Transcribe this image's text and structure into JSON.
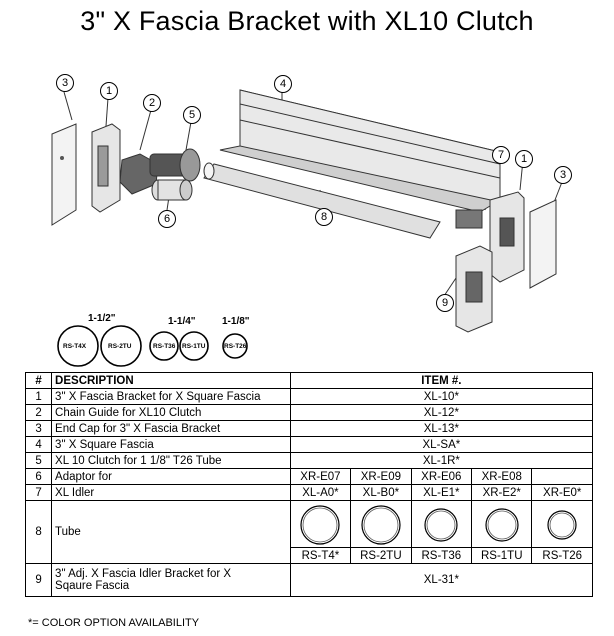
{
  "title": "3\" X Fascia Bracket with XL10 Clutch",
  "diagram": {
    "callouts": [
      "3",
      "1",
      "2",
      "5",
      "6",
      "4",
      "8",
      "7",
      "1",
      "3",
      "9"
    ],
    "pipe_sizes": [
      "1-1/2\"",
      "1-1/4\"",
      "1-1/8\""
    ],
    "ring_labels": [
      "RS-T4X",
      "RS-2TU",
      "RS-T36",
      "RS-1TU",
      "RS-T26"
    ]
  },
  "table": {
    "headers": {
      "num": "#",
      "description": "DESCRIPTION",
      "item": "ITEM #."
    },
    "rows": [
      {
        "num": "1",
        "description": "3\" X Fascia Bracket for X Square Fascia",
        "item": "XL-10*"
      },
      {
        "num": "2",
        "description": "Chain Guide for XL10 Clutch",
        "item": "XL-12*"
      },
      {
        "num": "3",
        "description": "End Cap for 3\" X Fascia Bracket",
        "item": "XL-13*"
      },
      {
        "num": "4",
        "description": "3\" X Square Fascia",
        "item": "XL-SA*"
      },
      {
        "num": "5",
        "description": "XL 10 Clutch for 1 1/8\" T26 Tube",
        "item": "XL-1R*"
      }
    ],
    "row6": {
      "num": "6",
      "description": "Adaptor for",
      "codes": [
        "XR-E07",
        "XR-E09",
        "XR-E06",
        "XR-E08",
        ""
      ]
    },
    "row7": {
      "num": "7",
      "description": "XL Idler",
      "codes": [
        "XL-A0*",
        "XL-B0*",
        "XL-E1*",
        "XR-E2*",
        "XR-E0*"
      ]
    },
    "row8": {
      "num": "8",
      "description": "Tube",
      "codes": [
        "RS-T4*",
        "RS-2TU",
        "RS-T36",
        "RS-1TU",
        "RS-T26"
      ]
    },
    "row9": {
      "num": "9",
      "description_line1": "3\" Adj. X Fascia Idler Bracket for X",
      "description_line2": "Sqaure Fascia",
      "item": "XL-31*"
    }
  },
  "footnote": "*= COLOR OPTION AVAILABILITY"
}
